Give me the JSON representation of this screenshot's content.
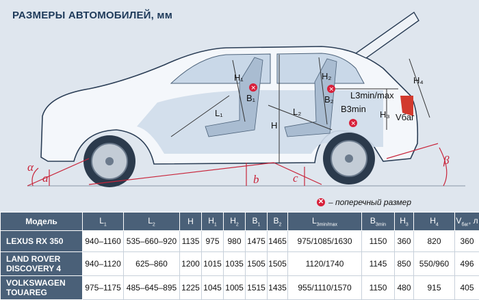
{
  "title": "РАЗМЕРЫ АВТОМОБИЛЕЙ, мм",
  "legend_text": "– поперечный размер",
  "labels": {
    "H1": "H₁",
    "H2": "H₂",
    "B1": "B₁",
    "B2": "B₂",
    "L1": "L₁",
    "L2": "L₂",
    "H": "H",
    "L3": "L3min/max",
    "B3": "B3min",
    "H3": "H₃",
    "H4": "H₄",
    "Vbag": "Vбаг",
    "a": "a",
    "alpha": "α",
    "b": "b",
    "c": "c",
    "beta": "β"
  },
  "table": {
    "headers": [
      {
        "main": "Модель",
        "sub": ""
      },
      {
        "main": "L",
        "sub": "1"
      },
      {
        "main": "L",
        "sub": "2"
      },
      {
        "main": "H",
        "sub": ""
      },
      {
        "main": "H",
        "sub": "1"
      },
      {
        "main": "H",
        "sub": "2"
      },
      {
        "main": "B",
        "sub": "1"
      },
      {
        "main": "B",
        "sub": "2"
      },
      {
        "main": "L",
        "sub": "3min/max"
      },
      {
        "main": "B",
        "sub": "3min"
      },
      {
        "main": "H",
        "sub": "3"
      },
      {
        "main": "H",
        "sub": "4"
      },
      {
        "main": "V",
        "sub": "бaг",
        "suffix": ", л"
      }
    ],
    "rows": [
      [
        "LEXUS RX 350",
        "940–1160",
        "535–660–920",
        "1135",
        "975",
        "980",
        "1475",
        "1465",
        "975/1085/1630",
        "1150",
        "360",
        "820",
        "360"
      ],
      [
        "LAND ROVER DISCOVERY 4",
        "940–1120",
        "625–860",
        "1200",
        "1015",
        "1035",
        "1505",
        "1505",
        "1120/1740",
        "1145",
        "850",
        "550/960",
        "496"
      ],
      [
        "VOLKSWAGEN TOUAREG",
        "975–1175",
        "485–645–895",
        "1225",
        "1045",
        "1005",
        "1515",
        "1435",
        "955/1110/1570",
        "1150",
        "480",
        "915",
        "405"
      ]
    ]
  },
  "colors": {
    "header_bg": "#4a6078",
    "accent_red": "#c8243a",
    "car_body": "#ffffff",
    "interior": "#cfdcea"
  }
}
